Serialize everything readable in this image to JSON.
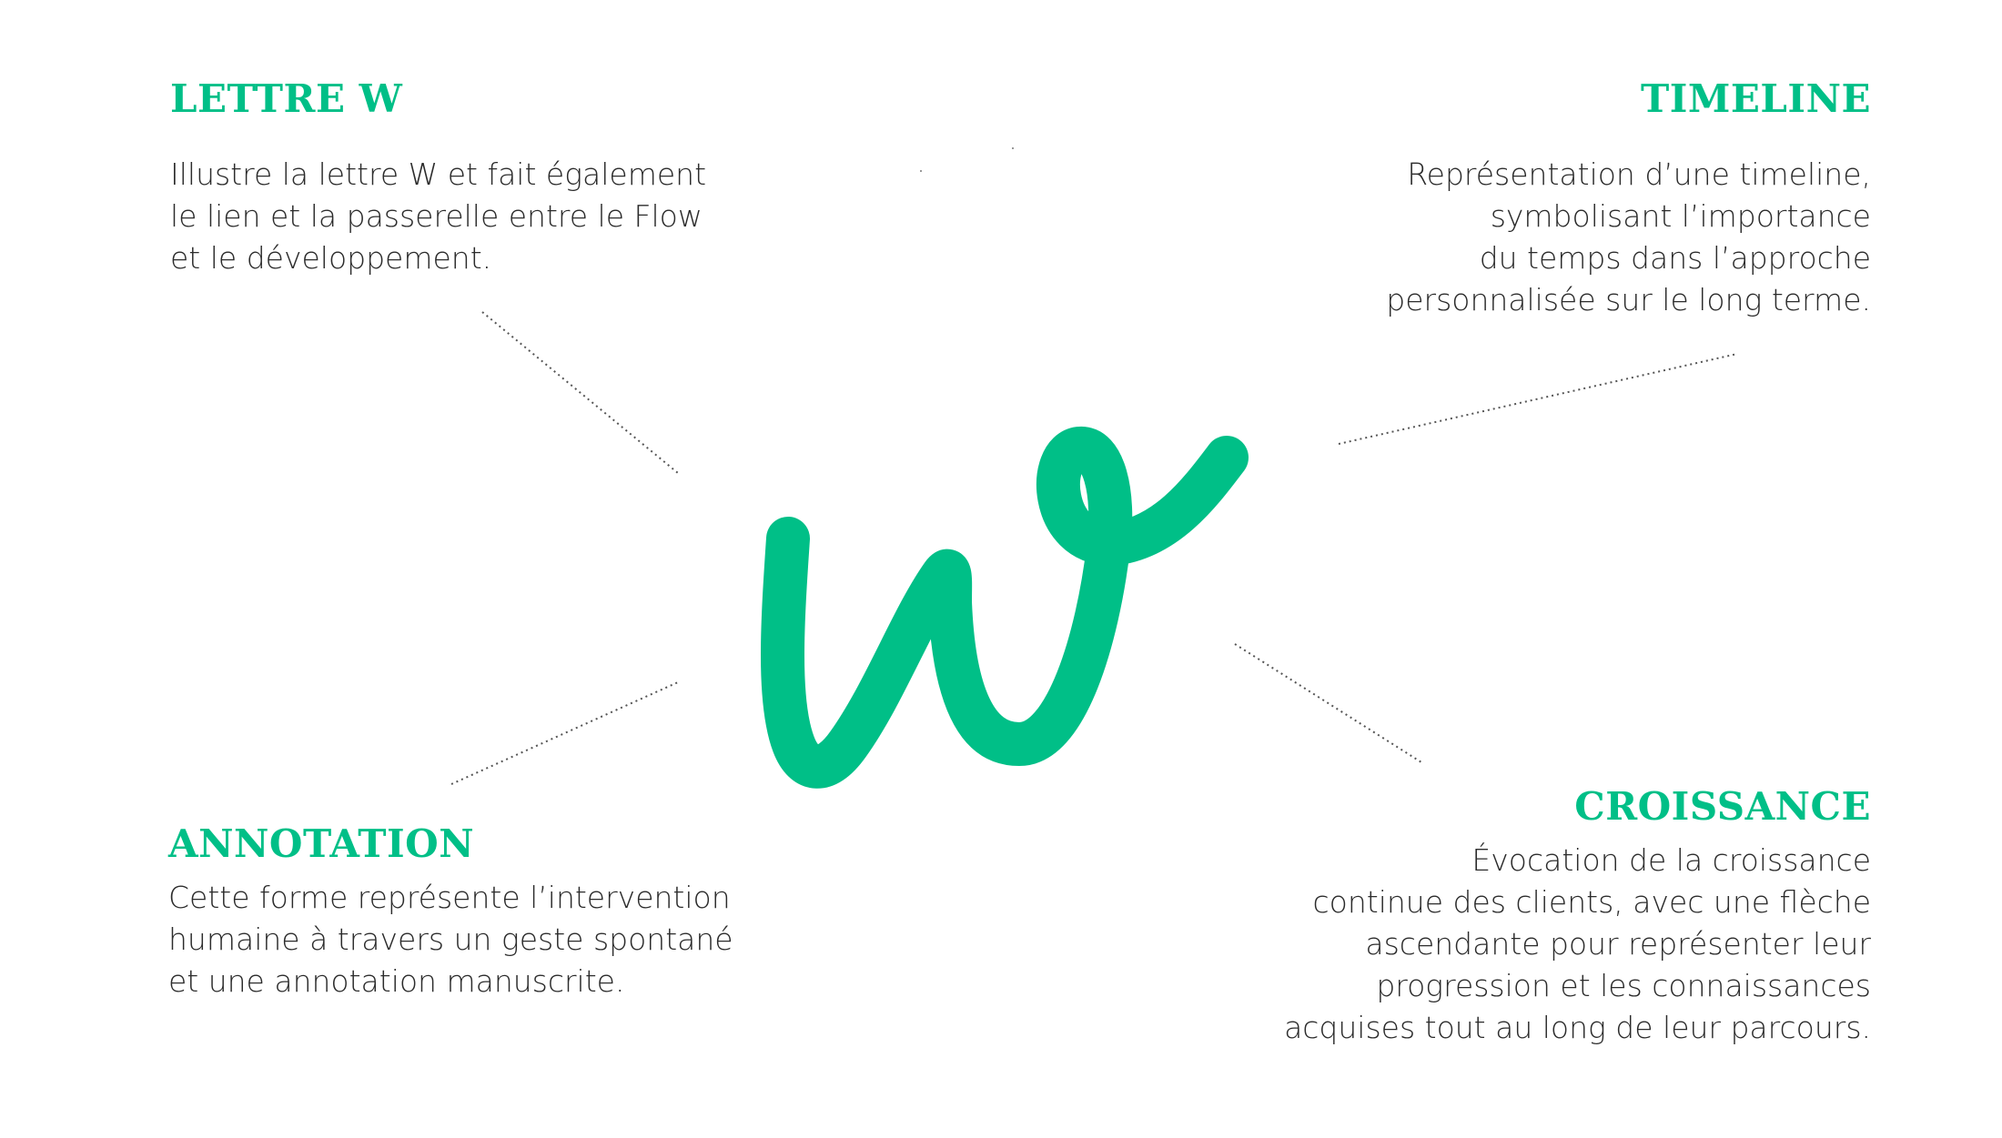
{
  "colors": {
    "accent": "#00bf87",
    "text": "#2b2b2b"
  },
  "lettre": {
    "title": "LETTRE W",
    "lines": [
      "Illustre la lettre W et fait également",
      "le lien et la passerelle entre le Flow",
      "et le développement."
    ]
  },
  "timeline": {
    "title": "TIMELINE",
    "lines": [
      "Représentation d’une timeline,",
      "symbolisant l’importance",
      "du temps dans l’approche",
      "personnalisée sur le long terme."
    ]
  },
  "annotation": {
    "title": "ANNOTATION",
    "lines": [
      "Cette forme représente l’intervention",
      "humaine à travers un geste spontané",
      "et une annotation manuscrite."
    ]
  },
  "croissance": {
    "title": "CROISSANCE",
    "lines": [
      "Évocation de la croissance",
      "continue des clients, avec une flèche",
      "ascendante pour représenter leur",
      "progression et les connaissances",
      "acquises tout au long de leur parcours."
    ]
  }
}
